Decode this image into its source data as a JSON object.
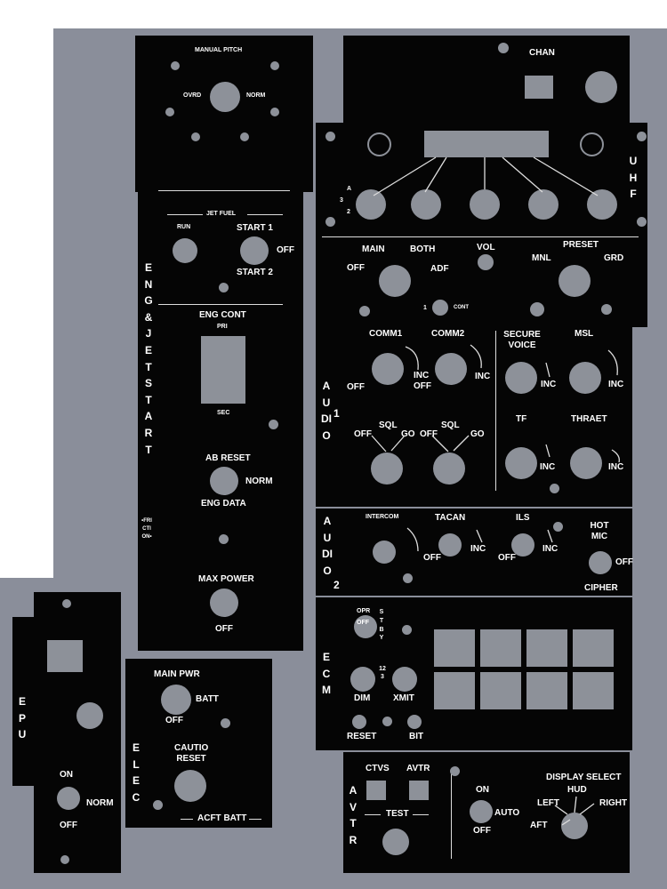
{
  "manual_pitch": {
    "title": "MANUAL PITCH",
    "ovrd": "OVRD",
    "norm": "NORM"
  },
  "uhf": {
    "chan": "CHAN",
    "side": "UHF",
    "num_a": "A",
    "num_3": "3",
    "num_2": "2",
    "main": "MAIN",
    "both": "BOTH",
    "vol": "VOL",
    "preset": "PRESET",
    "off": "OFF",
    "adf": "ADF",
    "mnl": "MNL",
    "grd": "GRD",
    "one": "1",
    "cont": "CONT"
  },
  "eng_jet": {
    "side": "ENG & J ETSTART",
    "jet_fuel": "JET FUEL",
    "run": "RUN",
    "start1": "START 1",
    "off": "OFF",
    "start2": "START 2",
    "eng_cont": "ENG CONT",
    "pri": "PRI",
    "sec": "SEC",
    "ab_reset": "AB RESET",
    "norm": "NORM",
    "eng_data": "ENG DATA",
    "max_power": "MAX POWER",
    "off2": "OFF",
    "friction": "•FRICTION•"
  },
  "audio1": {
    "side": "AUDIO",
    "num": "1",
    "comm1": "COMM1",
    "comm2": "COMM2",
    "off": "OFF",
    "inc": "INC",
    "inc_off": "INC OFF",
    "inc2": "INC",
    "sql1": "SQL",
    "sql2": "SQL",
    "off_l": "OFF",
    "go_l": "GO",
    "off_r": "OFF",
    "go_r": "GO",
    "secure_voice": "SECURE VOICE",
    "msl": "MSL",
    "inc_sv": "INC",
    "inc_msl": "INC",
    "tf": "TF",
    "thraet": "THRAET",
    "inc_tf": "INC",
    "inc_thr": "INC"
  },
  "audio2": {
    "side": "AUDIO",
    "num": "2",
    "intercom": "INTERCOM",
    "tacan": "TACAN",
    "ils": "ILS",
    "hot_mic": "HOT MIC",
    "off1": "OFF",
    "inc1": "INC",
    "off2": "OFF",
    "inc2": "INC",
    "off3": "OFF",
    "cipher": "CIPHER"
  },
  "ecm": {
    "side": "ECM",
    "opr": "OPR",
    "off": "OFF",
    "stby": "STBY",
    "dim": "DIM",
    "xmit": "XMIT",
    "nums": "123",
    "reset": "RESET",
    "bit": "BIT"
  },
  "avtr": {
    "side": "AVTR",
    "ctvs": "CTVS",
    "avtr": "AVTR",
    "test": "TEST",
    "on": "ON",
    "auto": "AUTO",
    "off": "OFF",
    "display_select": "DISPLAY SELECT",
    "hud": "HUD",
    "left": "LEFT",
    "right": "RIGHT",
    "aft": "AFT"
  },
  "epu": {
    "side": "EPU",
    "on": "ON",
    "norm": "NORM",
    "off": "OFF"
  },
  "elec": {
    "side": "ELEC",
    "main_pwr": "MAIN PWR",
    "batt": "BATT",
    "off": "OFF",
    "caution_reset": "CAUTIO RESET",
    "acft_batt": "ACFT BATT"
  },
  "colors": {
    "panel": "#050505",
    "frame": "#8a8e9a",
    "knob": "#8d9199",
    "text": "#ffffff"
  }
}
